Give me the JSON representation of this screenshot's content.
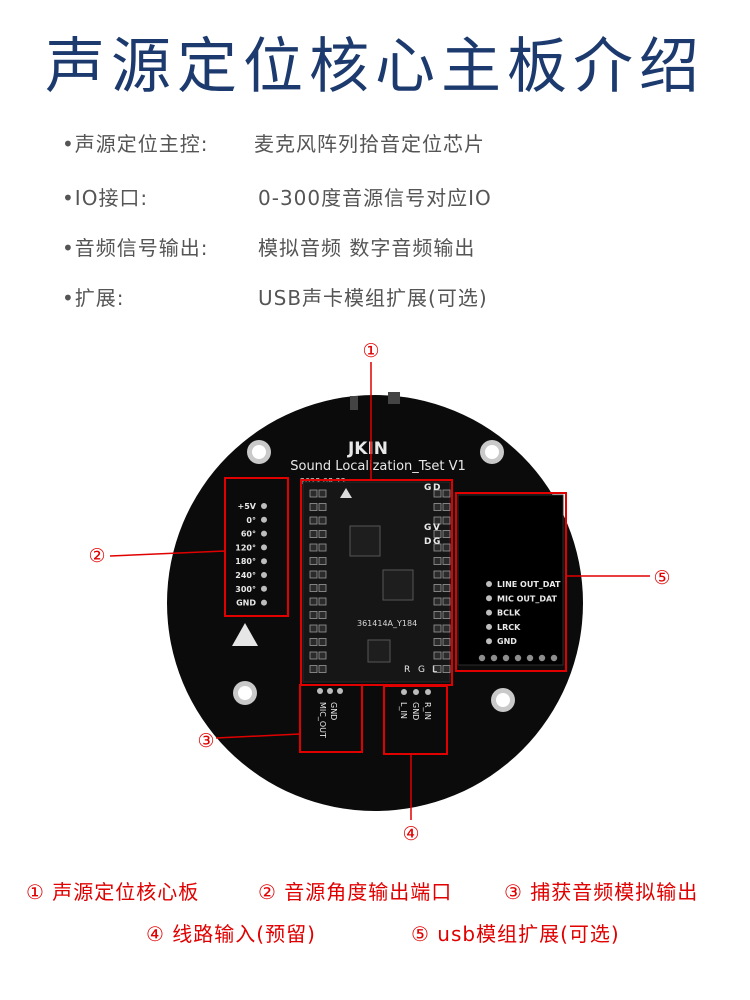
{
  "title": "声源定位核心主板介绍",
  "specs": [
    {
      "label": "•声源定位主控:",
      "value": "麦克风阵列拾音定位芯片"
    },
    {
      "label": "•IO接口:",
      "value": "0-300度音源信号对应IO"
    },
    {
      "label": "•音频信号输出:",
      "value": "模拟音频 数字音频输出"
    },
    {
      "label": "•扩展:",
      "value": "USB声卡模组扩展(可选)"
    }
  ],
  "board": {
    "brand": "JKIN",
    "name": "Sound Localization_Tset V1",
    "date": "2023.08.22",
    "chip_code": "361414A_Y184",
    "io_pins": [
      "+5V",
      "0°",
      "60°",
      "120°",
      "180°",
      "240°",
      "300°",
      "GND"
    ],
    "right_pins": [
      "LINE OUT_DAT",
      "MIC OUT_DAT",
      "BCLK",
      "LRCK",
      "GND"
    ],
    "top_pins": [
      "G",
      "D",
      "G",
      "V",
      "D",
      "G"
    ],
    "bottom_letters": [
      "R",
      "G",
      "L"
    ],
    "mic_out_pins": [
      "GND",
      "MIC_OUT"
    ],
    "line_in_pins": [
      "L_IN",
      "GND",
      "R_IN"
    ],
    "callouts": [
      "①",
      "②",
      "③",
      "④",
      "⑤"
    ]
  },
  "legend": [
    "① 声源定位核心板",
    "② 音源角度输出端口",
    "③ 捕获音频模拟输出",
    "④ 线路输入(预留)",
    "⑤ usb模组扩展(可选)"
  ],
  "colors": {
    "title": "#1c3a6e",
    "accent": "#e00000",
    "board": "#0b0b0b",
    "silk": "#e8e8e8"
  }
}
